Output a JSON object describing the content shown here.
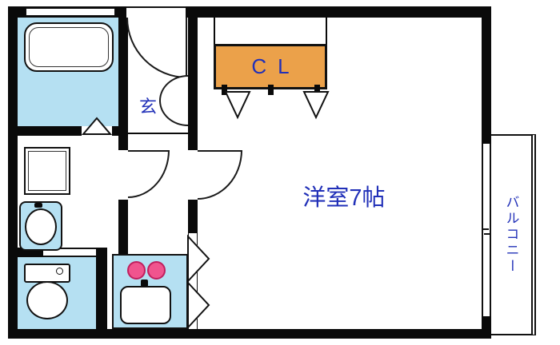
{
  "floorplan": {
    "labels": {
      "closet": "CL",
      "entrance": "玄",
      "main_room": "洋室7帖",
      "balcony": "バルコニー"
    },
    "colors": {
      "wall": "#0a0a0a",
      "water_area": "#b5e0f2",
      "closet_fill": "#eba14a",
      "label_text": "#2130b8",
      "burner_pink": "#f0548e",
      "burner_ring": "#c01f5e",
      "background": "#ffffff"
    },
    "rooms": [
      {
        "name": "bathroom",
        "fixtures": [
          "bathtub",
          "folding-bath-door"
        ]
      },
      {
        "name": "washroom",
        "fixtures": [
          "washing-machine",
          "washbasin"
        ]
      },
      {
        "name": "toilet-room",
        "fixtures": [
          "toilet"
        ]
      },
      {
        "name": "kitchen",
        "fixtures": [
          "two-burner-stove",
          "kitchen-sink"
        ]
      },
      {
        "name": "entrance-hall",
        "label": "玄"
      },
      {
        "name": "western-room",
        "label": "洋室7帖",
        "size_tatami": 7
      },
      {
        "name": "balcony",
        "label": "バルコニー"
      },
      {
        "name": "closet",
        "label": "CL"
      }
    ]
  }
}
